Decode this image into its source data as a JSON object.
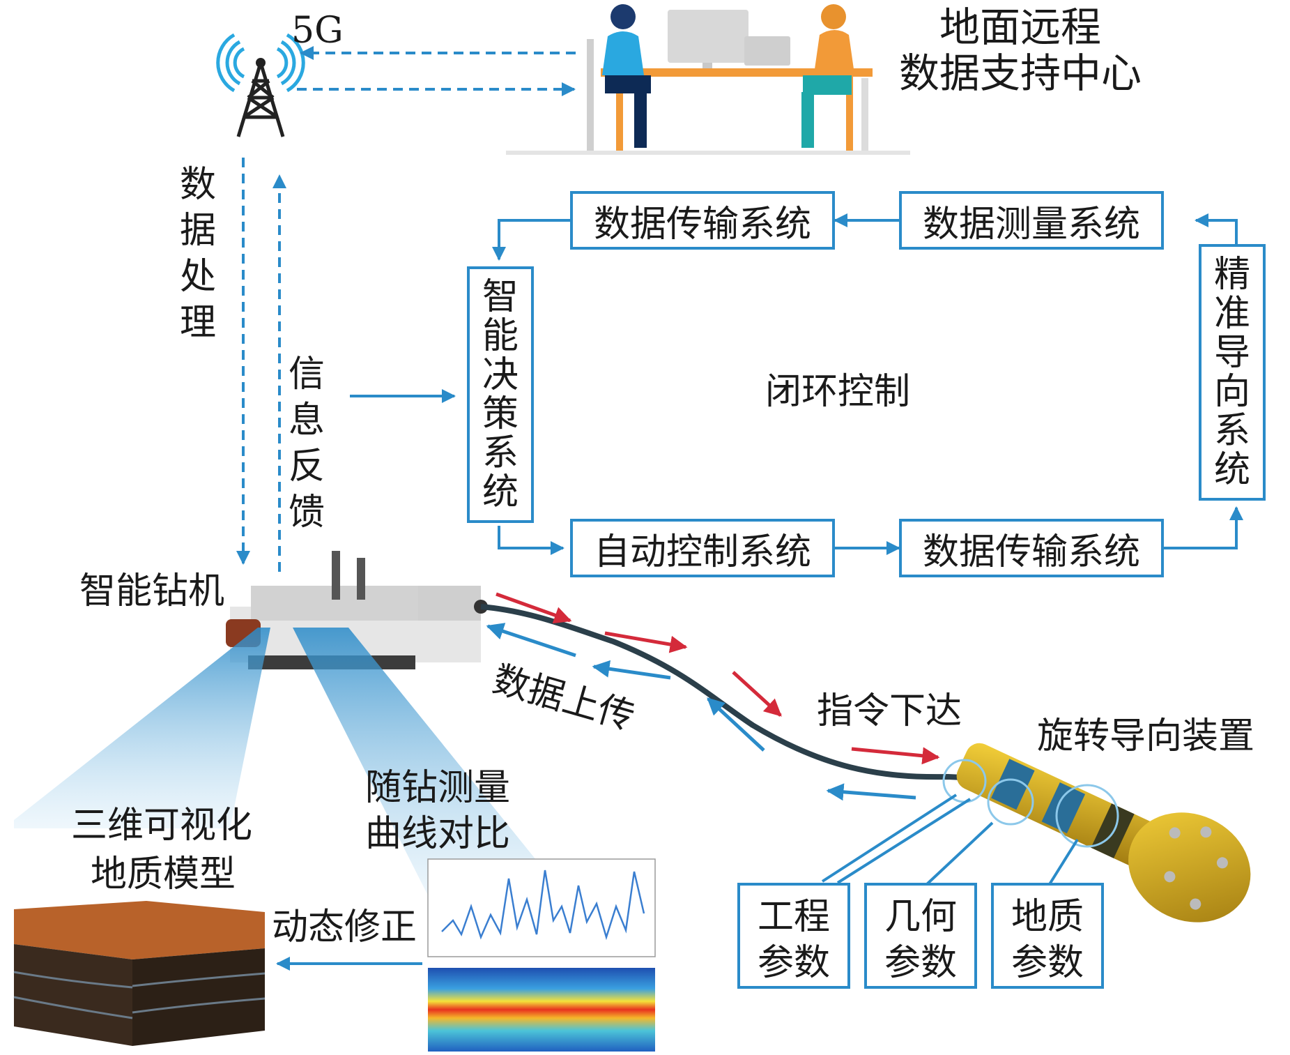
{
  "tower": {
    "label": "5G"
  },
  "remote_center": {
    "line1": "地面远程",
    "line2": "数据支持中心"
  },
  "left_vertical": {
    "down_label": "数据处理",
    "up_label": "信息反馈"
  },
  "closed_loop": {
    "center_label": "闭环控制",
    "top_left": "数据传输系统",
    "top_right": "数据测量系统",
    "left": "智能决策系统",
    "right": "精准导向系统",
    "bottom_left": "自动控制系统",
    "bottom_right": "数据传输系统"
  },
  "rig": {
    "label": "智能钻机"
  },
  "pipe": {
    "upload_label": "数据上传",
    "command_label": "指令下达"
  },
  "tool": {
    "label": "旋转导向装置"
  },
  "params": [
    {
      "line1": "工程",
      "line2": "参数"
    },
    {
      "line1": "几何",
      "line2": "参数"
    },
    {
      "line1": "地质",
      "line2": "参数"
    }
  ],
  "model": {
    "line1": "三维可视化",
    "line2": "地质模型"
  },
  "mwd": {
    "line1": "随钻测量",
    "line2": "曲线对比"
  },
  "correction": {
    "label": "动态修正"
  },
  "colors": {
    "arrow_blue": "#2a8bc9",
    "arrow_red": "#d42a3a",
    "box_border": "#2a8bc9"
  }
}
